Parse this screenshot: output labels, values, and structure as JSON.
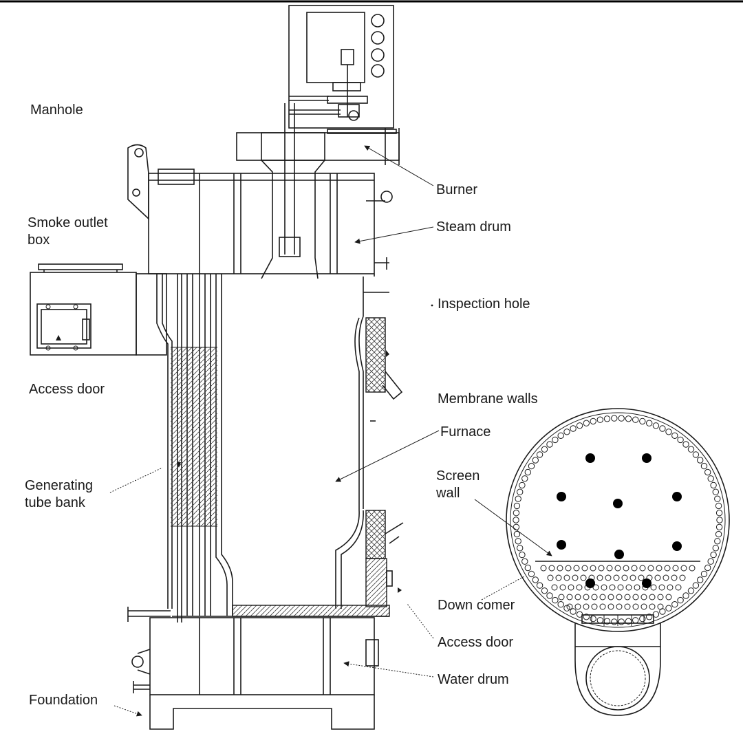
{
  "labels": {
    "manhole": "Manhole",
    "smoke_outlet": "Smoke outlet\nbox",
    "access_door_left": "Access door",
    "generating_tube_bank": "Generating\ntube bank",
    "foundation": "Foundation",
    "burner": "Burner",
    "steam_drum": "Steam drum",
    "inspection_hole": "Inspection hole",
    "membrane_walls": "Membrane walls",
    "furnace": "Furnace",
    "screen_wall": "Screen\nwall",
    "down_comer": "Down comer",
    "access_door_right": "Access door",
    "water_drum": "Water drum"
  },
  "colors": {
    "line": "#1a1a1a",
    "background": "#ffffff",
    "hatch": "#555555"
  }
}
